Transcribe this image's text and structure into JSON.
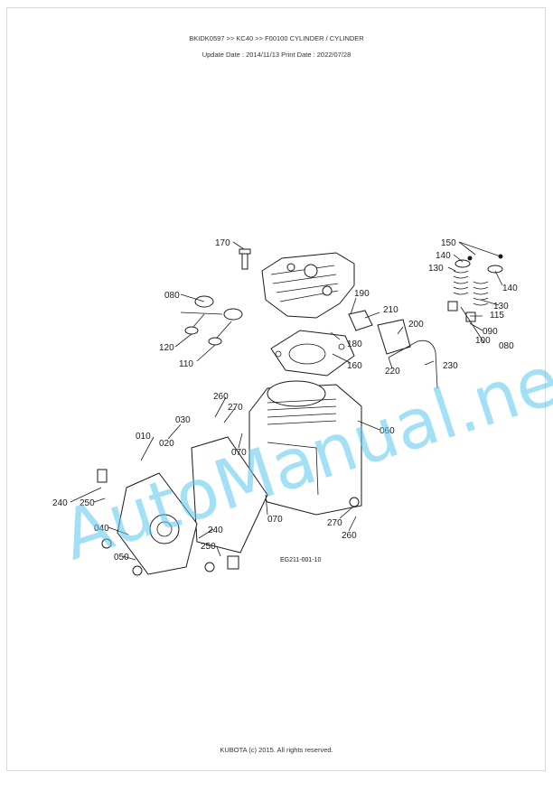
{
  "header": {
    "path": "BKIDK0597 >> KC40 >> F00100   CYLINDER / CYLINDER",
    "dates": "Update Date : 2014/11/13   Print Date : 2022/07/28"
  },
  "diagram": {
    "code": "EG211-001-10",
    "watermark": "AutoManual.net",
    "labels": {
      "p170": "170",
      "p150": "150",
      "p140a": "140",
      "p140b": "140",
      "p130a": "130",
      "p130b": "130",
      "p080a": "080",
      "p080b": "080",
      "p190": "190",
      "p210": "210",
      "p115": "115",
      "p200": "200",
      "p090": "090",
      "p100": "100",
      "p120": "120",
      "p180": "180",
      "p110": "110",
      "p230": "230",
      "p160": "160",
      "p220": "220",
      "p260a": "260",
      "p270a": "270",
      "p030": "030",
      "p010": "010",
      "p020": "020",
      "p060": "060",
      "p070a": "070",
      "p240a": "240",
      "p250a": "250",
      "p070b": "070",
      "p040": "040",
      "p240b": "240",
      "p270b": "270",
      "p250b": "250",
      "p260b": "260",
      "p050": "050"
    }
  },
  "footer": {
    "copyright": "KUBOTA (c) 2015. All rights reserved."
  }
}
